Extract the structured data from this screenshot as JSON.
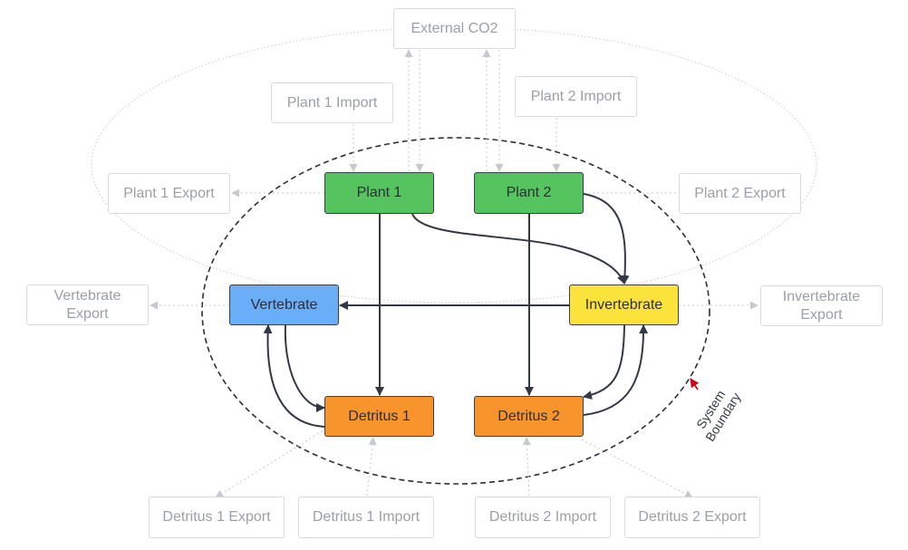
{
  "diagram": {
    "nodes": {
      "external_co2": "External CO2",
      "plant1_import": "Plant 1 Import",
      "plant2_import": "Plant 2 Import",
      "plant1_export": "Plant 1 Export",
      "plant2_export": "Plant 2 Export",
      "plant1": "Plant 1",
      "plant2": "Plant 2",
      "vertebrate": "Vertebrate",
      "invertebrate": "Invertebrate",
      "vertebrate_export": "Vertebrate Export",
      "invertebrate_export": "Invertebrate Export",
      "detritus1": "Detritus 1",
      "detritus2": "Detritus 2",
      "detritus1_export": "Detritus 1 Export",
      "detritus1_import": "Detritus 1 Import",
      "detritus2_import": "Detritus 2 Import",
      "detritus2_export": "Detritus 2 Export"
    },
    "boundary_label": "System Boundary",
    "colors": {
      "plant": "#56c45e",
      "vertebrate": "#6aaef8",
      "invertebrate": "#fbe33b",
      "detritus": "#f7952c",
      "external_text": "#9aa0a8",
      "external_border": "#d9dbe0",
      "arrow": "#333845",
      "boundary_marker": "#d0021b"
    }
  }
}
